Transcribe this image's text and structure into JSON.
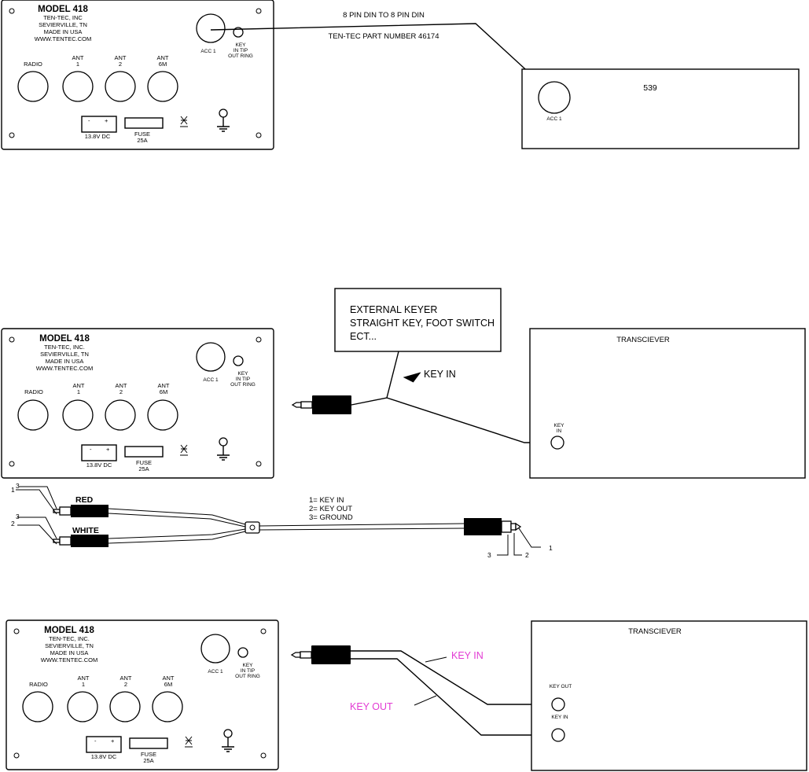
{
  "colors": {
    "highlight": "#e23ad3",
    "ink": "#000000"
  },
  "amp_panel": {
    "model": "MODEL 418",
    "maker_top": "TEN-TEC, INC",
    "maker": "TEN-TEC, INC.",
    "city": "SEVIERVILLE, TN",
    "origin": "MADE IN USA",
    "web": "WWW.TENTEC.COM",
    "acc": "ACC 1",
    "key_line1": "KEY",
    "key_line2": "IN TIP",
    "key_line3": "OUT RING",
    "radio": "RADIO",
    "ant": "ANT",
    "ant1": "1",
    "ant2": "2",
    "ant6m": "6M",
    "power": "13.8V DC",
    "minus": "-",
    "plus": "+",
    "fuse": "FUSE",
    "fuse_rating": "25A"
  },
  "diagram1": {
    "cable_title": "8 PIN DIN TO 8 PIN DIN",
    "part_number": "TEN-TEC PART NUMBER 46174",
    "device": "539",
    "device_acc": "ACC 1"
  },
  "diagram2": {
    "keyer_line1": "EXTERNAL KEYER",
    "keyer_line2": "STRAIGHT KEY, FOOT SWITCH",
    "keyer_line3": "ECT...",
    "key_in_label": "KEY IN",
    "transceiver": "TRANSCIEVER",
    "tx_key": "KEY",
    "tx_in": "IN"
  },
  "cable": {
    "red": "RED",
    "white": "WHITE",
    "legend1": "1= KEY IN",
    "legend2": "2= KEY OUT",
    "legend3": "3= GROUND",
    "n1": "1",
    "n2": "2",
    "n3": "3"
  },
  "diagram3": {
    "transceiver": "TRANSCIEVER",
    "key_out_jack": "KEY OUT",
    "key_in_jack": "KEY IN",
    "key_in_label": "KEY IN",
    "key_out_label": "KEY OUT"
  }
}
